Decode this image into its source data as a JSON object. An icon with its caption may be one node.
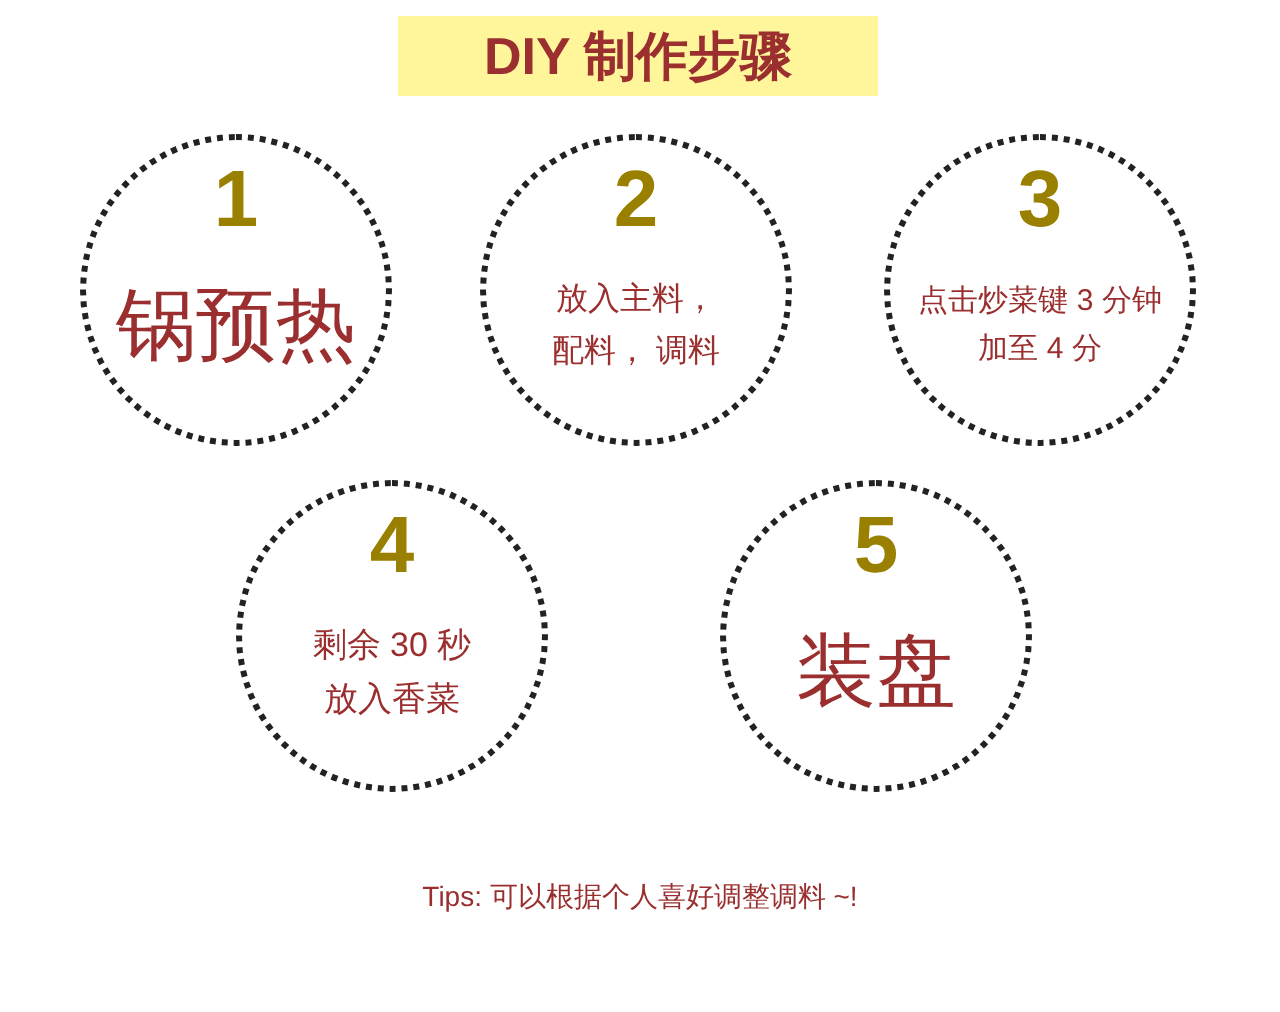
{
  "diagram": {
    "title": "DIY 制作步骤",
    "nodes": [
      {
        "text": [
          "1",
          "锅预热"
        ]
      },
      {
        "text": [
          "2",
          "放入主料，配料， 调料"
        ]
      },
      {
        "text": [
          "3",
          "点击炒菜键 3 分钟加至 4 分"
        ]
      },
      {
        "text": [
          "4",
          "剩余 30 秒放入香菜"
        ]
      },
      {
        "text": [
          "5",
          "装盘"
        ]
      }
    ],
    "caption": "Tips: 可以根据个人喜好调整调料 ~!"
  }
}
